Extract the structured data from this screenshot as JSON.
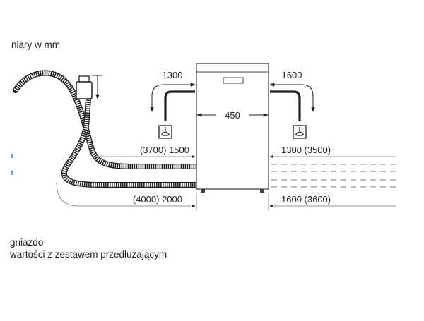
{
  "header": {
    "units_text": "niary w mm"
  },
  "dimensions": {
    "left_top_height": "1300",
    "right_top_height": "1600",
    "appliance_width": "450",
    "upper_left": "(3700) 1500",
    "upper_right": "1300 (3500)",
    "lower_left": "(4000) 2000",
    "lower_right": "1600 (3600)"
  },
  "legend": {
    "line1": "gniazdo",
    "line2": "wartości z zestawem przedłużającym"
  },
  "colors": {
    "ink": "#222222",
    "hose_outer": "#1f1f1f",
    "hose_inner": "#ffffff",
    "grey_line": "#999999"
  }
}
